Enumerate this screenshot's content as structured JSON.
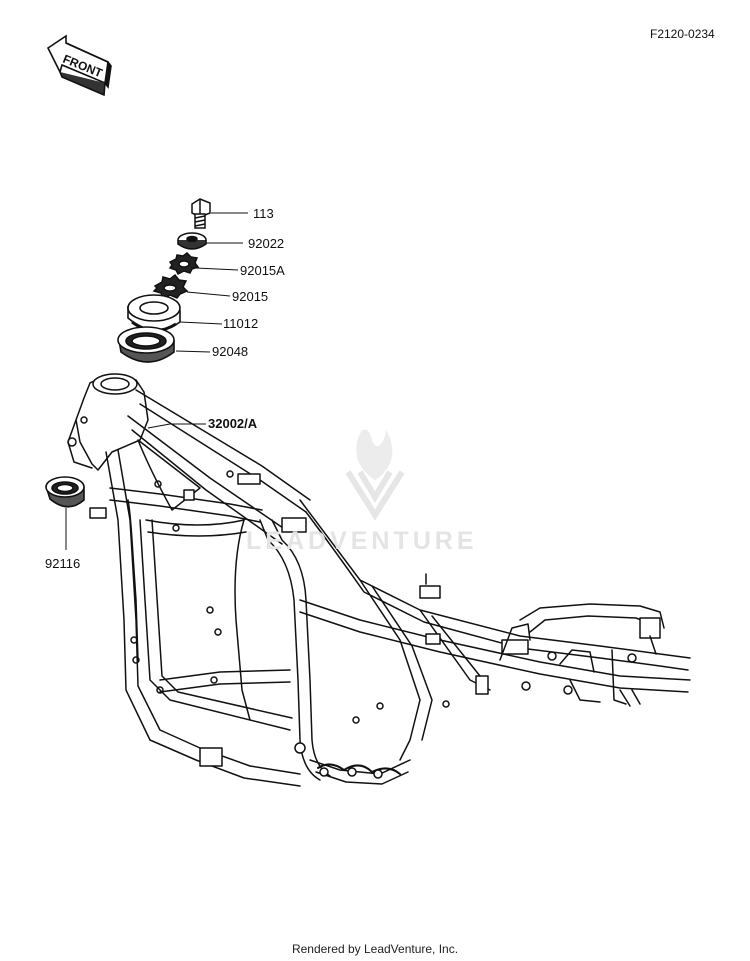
{
  "diagram_code": "F2120-0234",
  "front_label": "FRONT",
  "watermark_text": "LEADVENTURE",
  "footer_text": "Rendered by LeadVenture, Inc.",
  "parts": [
    {
      "id": "113",
      "label": "113"
    },
    {
      "id": "92022",
      "label": "92022"
    },
    {
      "id": "92015A",
      "label": "92015A"
    },
    {
      "id": "92015",
      "label": "92015"
    },
    {
      "id": "11012",
      "label": "11012"
    },
    {
      "id": "92048",
      "label": "92048"
    },
    {
      "id": "32002A",
      "label": "32002/A"
    },
    {
      "id": "92116",
      "label": "92116"
    }
  ],
  "colors": {
    "line": "#111111",
    "watermark": "#e4e4e4",
    "background": "#ffffff"
  }
}
